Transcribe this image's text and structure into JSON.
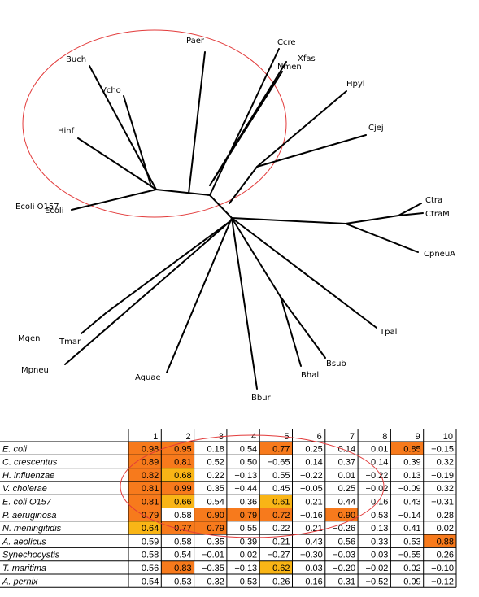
{
  "tree": {
    "labels": [
      "Paer",
      "Ccre",
      "Xfas",
      "Nmen",
      "Buch",
      "Vcho",
      "Hpyl",
      "Cjej",
      "Hinf",
      "Ecoli O157",
      "Ecoli",
      "Ctra",
      "CtraM",
      "CpneuA",
      "Mgen",
      "Tmar",
      "Mpneu",
      "Tpal",
      "Bsub",
      "Bhal",
      "Aquae",
      "Bbur"
    ]
  },
  "table": {
    "columns": [
      "1",
      "2",
      "3",
      "4",
      "5",
      "6",
      "7",
      "8",
      "9",
      "10"
    ],
    "rows": [
      {
        "name": "E. coli",
        "values": [
          "0.98",
          "0.95",
          "0.18",
          "0.54",
          "0.77",
          "0.25",
          "0.14",
          "0.01",
          "0.85",
          "−0.15"
        ]
      },
      {
        "name": "C. crescentus",
        "values": [
          "0.89",
          "0.81",
          "0.52",
          "0.50",
          "−0.65",
          "0.14",
          "0.37",
          "0.14",
          "0.39",
          "0.32"
        ]
      },
      {
        "name": "H. influenzae",
        "values": [
          "0.82",
          "0.68",
          "0.22",
          "−0.13",
          "0.55",
          "−0.22",
          "0.01",
          "−0.22",
          "0.13",
          "−0.19"
        ]
      },
      {
        "name": "V. cholerae",
        "values": [
          "0.81",
          "0.99",
          "0.35",
          "−0.44",
          "0.45",
          "−0.05",
          "0.25",
          "−0.02",
          "−0.09",
          "0.32"
        ]
      },
      {
        "name": "E. coli O157",
        "values": [
          "0.81",
          "0.66",
          "0.54",
          "0.36",
          "0.61",
          "0.21",
          "0.44",
          "0.16",
          "0.43",
          "−0.31"
        ]
      },
      {
        "name": "P. aeruginosa",
        "values": [
          "0.79",
          "0.58",
          "0.90",
          "0.79",
          "0.72",
          "−0.16",
          "0.90",
          "0.53",
          "−0.14",
          "0.28"
        ]
      },
      {
        "name": "N. meningitidis",
        "values": [
          "0.64",
          "0.77",
          "0.79",
          "0.55",
          "0.22",
          "0.21",
          "−0.26",
          "0.13",
          "0.41",
          "0.02"
        ]
      },
      {
        "name": "A. aeolicus",
        "values": [
          "0.59",
          "0.58",
          "0.35",
          "0.39",
          "0.21",
          "0.43",
          "0.56",
          "0.33",
          "0.53",
          "0.88"
        ]
      },
      {
        "name": "Synechocystis",
        "values": [
          "0.58",
          "0.54",
          "−0.01",
          "0.02",
          "−0.27",
          "−0.30",
          "−0.03",
          "0.03",
          "−0.55",
          "0.26"
        ]
      },
      {
        "name": "T. maritima",
        "values": [
          "0.56",
          "0.83",
          "−0.35",
          "−0.13",
          "0.62",
          "0.03",
          "−0.20",
          "−0.02",
          "0.02",
          "−0.10"
        ]
      },
      {
        "name": "A. pernix",
        "values": [
          "0.54",
          "0.53",
          "0.32",
          "0.53",
          "0.26",
          "0.16",
          "0.31",
          "−0.52",
          "0.09",
          "−0.12"
        ]
      }
    ],
    "highlights": {
      "orange": [
        [
          0,
          0
        ],
        [
          0,
          1
        ],
        [
          0,
          4
        ],
        [
          0,
          8
        ],
        [
          1,
          0
        ],
        [
          1,
          1
        ],
        [
          2,
          0
        ],
        [
          3,
          0
        ],
        [
          3,
          1
        ],
        [
          4,
          0
        ],
        [
          4,
          1
        ],
        [
          5,
          0
        ],
        [
          5,
          2
        ],
        [
          5,
          3
        ],
        [
          5,
          4
        ],
        [
          5,
          6
        ],
        [
          6,
          1
        ],
        [
          6,
          2
        ],
        [
          7,
          9
        ],
        [
          9,
          1
        ]
      ],
      "yellow": [
        [
          2,
          1
        ],
        [
          4,
          1
        ],
        [
          4,
          4
        ],
        [
          6,
          0
        ],
        [
          9,
          4
        ]
      ]
    },
    "colors": {
      "orange": "#f77a1c",
      "yellow": "#f9b516",
      "ellipse": "#e23a3a",
      "line": "#000000"
    }
  }
}
